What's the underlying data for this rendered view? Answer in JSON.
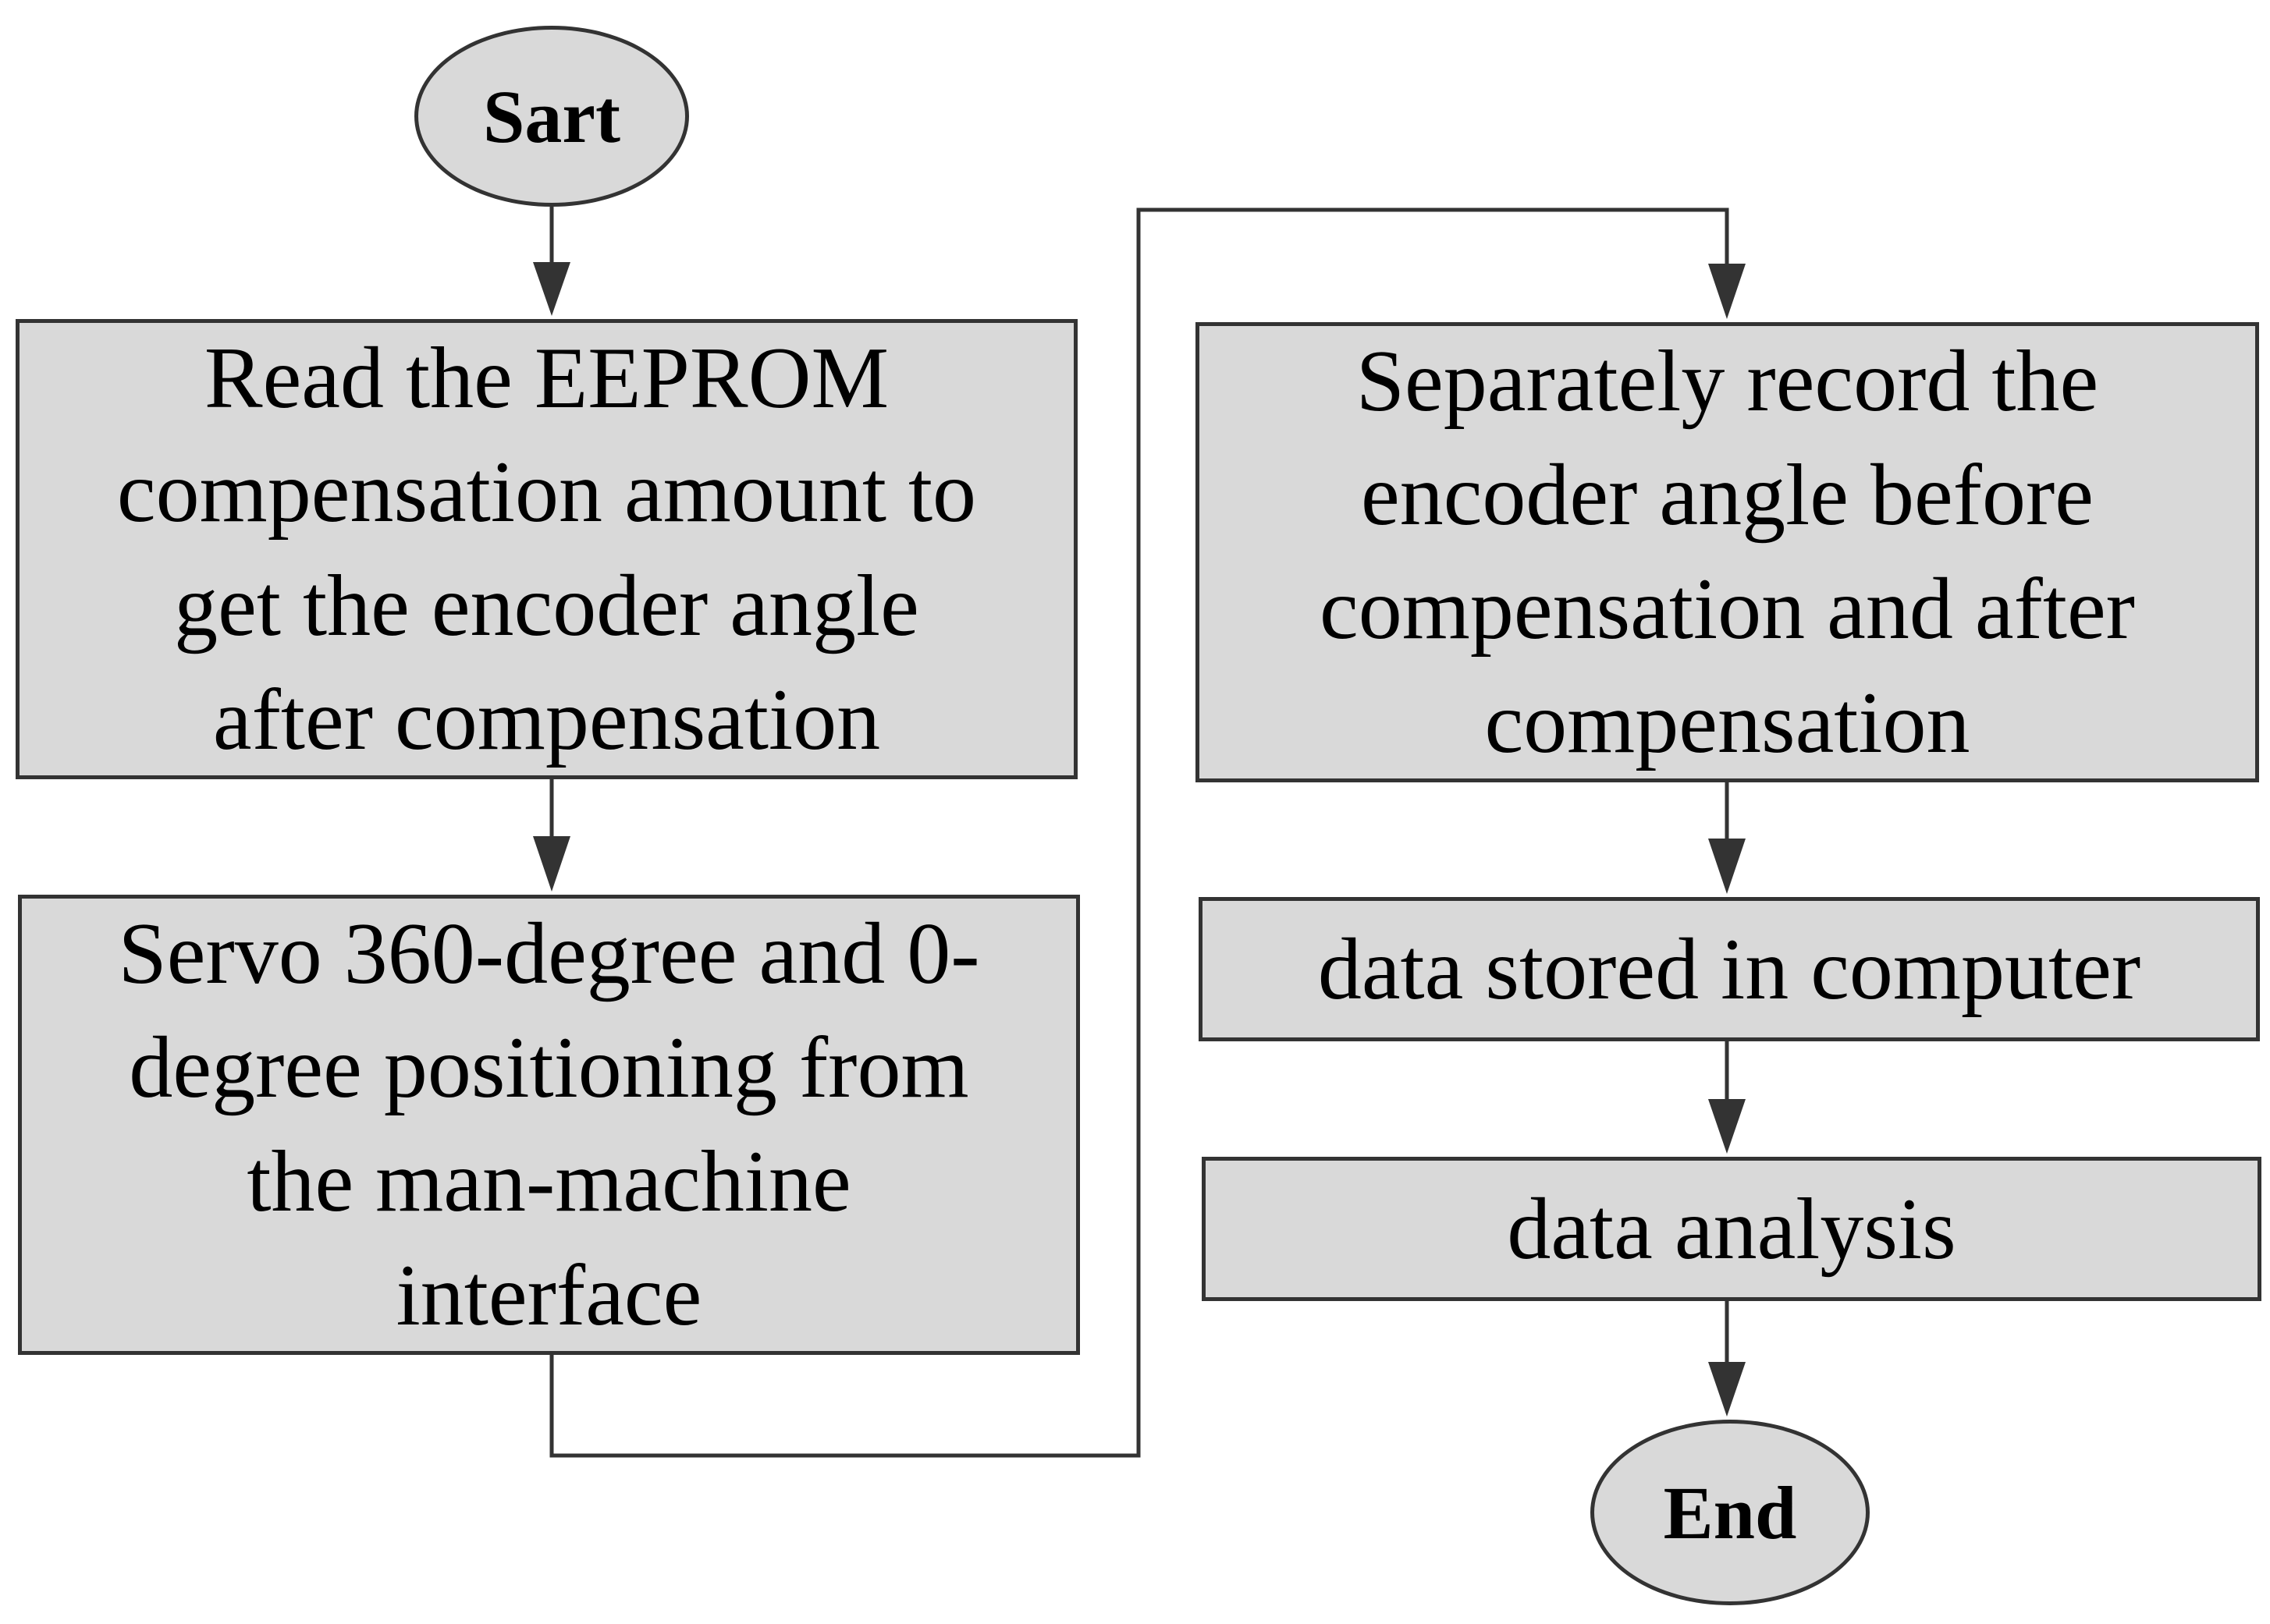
{
  "flowchart": {
    "start": {
      "label": "Sart"
    },
    "read_eeprom": {
      "lines": [
        "Read the EEPROM",
        "compensation amount to",
        "get the encoder angle",
        "after compensation"
      ]
    },
    "servo_positioning": {
      "lines": [
        "Servo 360-degree and 0-",
        "degree positioning from",
        "the man-machine",
        "interface"
      ]
    },
    "separately_record": {
      "lines": [
        "Separately record the",
        "encoder angle before",
        "compensation and after",
        "compensation"
      ]
    },
    "data_stored": {
      "label": "data stored in computer"
    },
    "data_analysis": {
      "label": "data analysis"
    },
    "end": {
      "label": "End"
    }
  },
  "colors": {
    "node_fill": "#d9d9d9",
    "node_border": "#333333",
    "connector": "#333333",
    "text": "#000000"
  }
}
